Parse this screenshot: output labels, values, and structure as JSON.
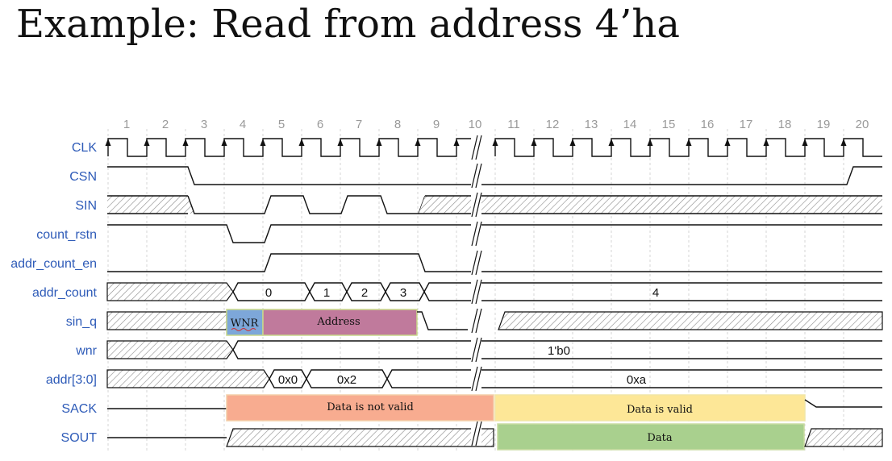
{
  "title": "Example: Read from address 4’ha",
  "cycles": [
    "1",
    "2",
    "3",
    "4",
    "5",
    "6",
    "7",
    "8",
    "9",
    "10",
    "11",
    "12",
    "13",
    "14",
    "15",
    "16",
    "17",
    "18",
    "19",
    "20"
  ],
  "signals": {
    "clk": "CLK",
    "csn": "CSN",
    "sin": "SIN",
    "count_rstn": "count_rstn",
    "addr_count_en": "addr_count_en",
    "addr_count": "addr_count",
    "sin_q": "sin_q",
    "wnr": "wnr",
    "addr": "addr[3:0]",
    "sack": "SACK",
    "sout": "SOUT"
  },
  "values": {
    "addr_count_0": "0",
    "addr_count_1": "1",
    "addr_count_2": "2",
    "addr_count_3": "3",
    "addr_count_4": "4",
    "sin_q_wnr": "WNR",
    "sin_q_address": "Address",
    "wnr_value": "1'b0",
    "addr_0": "0x0",
    "addr_2": "0x2",
    "addr_a": "0xa",
    "sack_invalid": "Data is not valid",
    "sack_valid": "Data is valid",
    "sout_data": "Data"
  },
  "colors": {
    "wnr_field": "#7da7d9",
    "address_field": "#c07a9c",
    "not_valid": "#f8ac90",
    "valid": "#fde797",
    "data": "#a9d08e"
  }
}
